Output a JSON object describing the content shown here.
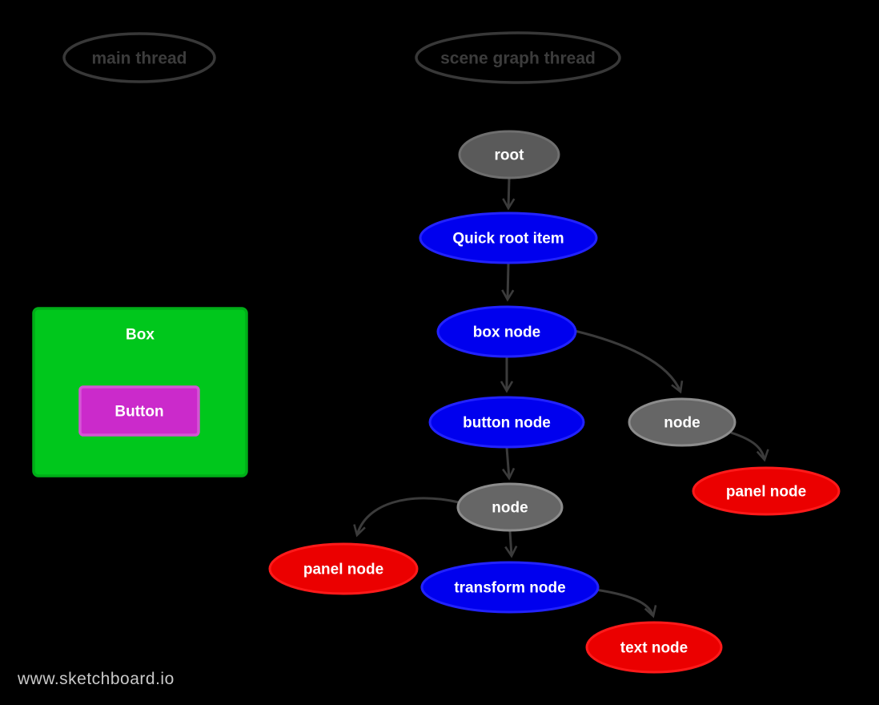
{
  "watermark": "www.sketchboard.io",
  "colors": {
    "background": "#000000",
    "blue_fill": "#0000EE",
    "blue_stroke": "#2222FF",
    "red_fill": "#EB0000",
    "red_stroke": "#FF1A1A",
    "gray_fill": "#666666",
    "gray_stroke": "#8C8C8C",
    "root_fill": "#5A5A5A",
    "root_stroke": "#6E6E6E",
    "green_fill": "#00C71C",
    "green_stroke": "#00AD18",
    "magenta_fill": "#CB2ACB",
    "magenta_stroke": "#D455D4",
    "edge": "#3B3B3B",
    "lane_stroke": "#383838",
    "lane_text": "#3C3C3C",
    "watermark_text": "#C9C9C9"
  },
  "lanes": [
    {
      "label": "main thread"
    },
    {
      "label": "scene graph thread"
    }
  ],
  "ui_preview": {
    "box_label": "Box",
    "button_label": "Button"
  },
  "graph": {
    "nodes": [
      {
        "id": "root",
        "label": "root",
        "fill": "#5A5A5A",
        "stroke": "#6E6E6E"
      },
      {
        "id": "quick-root-item",
        "label": "Quick root item",
        "fill": "#0000EE",
        "stroke": "#2222FF"
      },
      {
        "id": "box-node",
        "label": "box node",
        "fill": "#0000EE",
        "stroke": "#2222FF"
      },
      {
        "id": "button-node",
        "label": "button node",
        "fill": "#0000EE",
        "stroke": "#2222FF"
      },
      {
        "id": "node-right",
        "label": "node",
        "fill": "#666666",
        "stroke": "#8C8C8C"
      },
      {
        "id": "panel-node-right",
        "label": "panel node",
        "fill": "#EB0000",
        "stroke": "#FF1A1A"
      },
      {
        "id": "node-middle",
        "label": "node",
        "fill": "#666666",
        "stroke": "#8C8C8C"
      },
      {
        "id": "panel-node-left",
        "label": "panel node",
        "fill": "#EB0000",
        "stroke": "#FF1A1A"
      },
      {
        "id": "transform-node",
        "label": "transform node",
        "fill": "#0000EE",
        "stroke": "#2222FF"
      },
      {
        "id": "text-node",
        "label": "text node",
        "fill": "#EB0000",
        "stroke": "#FF1A1A"
      }
    ],
    "edges": [
      {
        "from": "root",
        "to": "quick-root-item"
      },
      {
        "from": "quick-root-item",
        "to": "box-node"
      },
      {
        "from": "box-node",
        "to": "button-node"
      },
      {
        "from": "box-node",
        "to": "node-right"
      },
      {
        "from": "button-node",
        "to": "node-middle"
      },
      {
        "from": "node-right",
        "to": "panel-node-right"
      },
      {
        "from": "node-middle",
        "to": "panel-node-left"
      },
      {
        "from": "node-middle",
        "to": "transform-node"
      },
      {
        "from": "transform-node",
        "to": "text-node"
      }
    ]
  }
}
